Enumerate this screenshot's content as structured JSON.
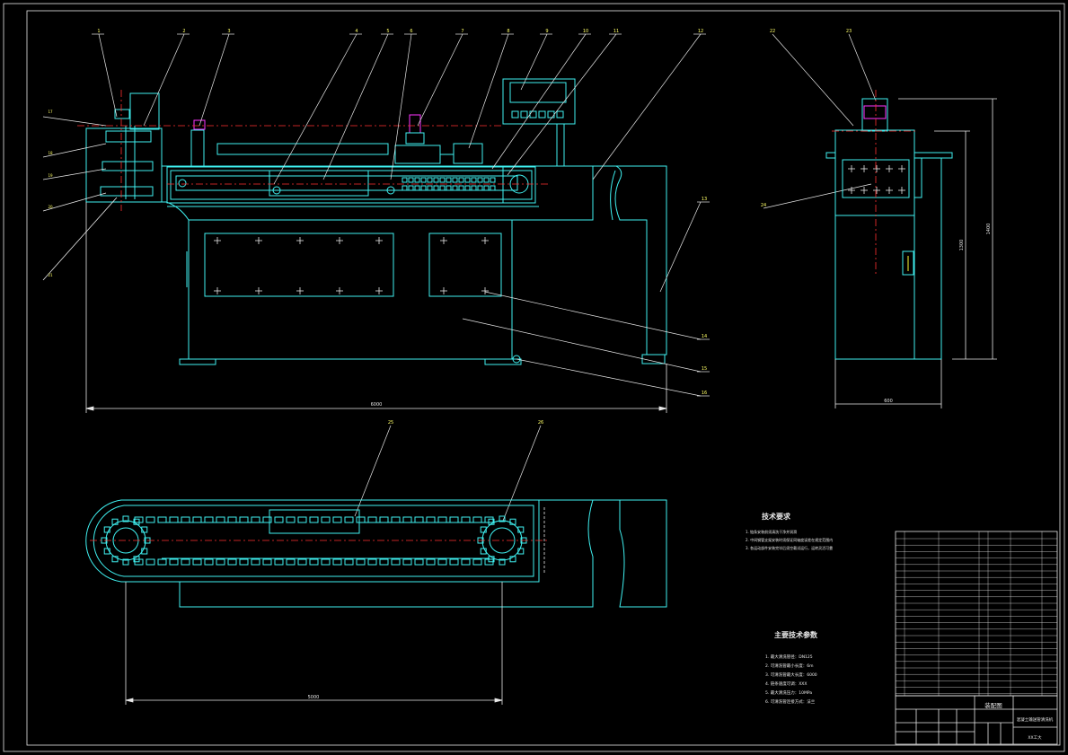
{
  "drawing": {
    "title_block": {
      "drawing_type": "装配图",
      "drawing_name": "混凝土输送管清洗机",
      "company": "XX工大"
    },
    "tech_requirements": {
      "heading": "技术要求",
      "items": [
        "1. 链条安装前须清洗干净并润滑",
        "2. 中间钢管支架安装时须保证同轴度误差在规定范围内",
        "3. 各运动部件安装完毕后须空载试运行，运转灵活可靠"
      ]
    },
    "main_params": {
      "heading": "主要技术参数",
      "items": [
        "1. 最大清洗管径：DN125",
        "2. 可清洗管最小长度：6m",
        "3. 可清洗管最大长度：6000",
        "4. 链条速度可调：XXX",
        "5. 最大清洗压力：10MPa",
        "6. 可清洗管连接方式：法兰"
      ]
    },
    "dimensions": {
      "overall_length": "6000",
      "chain_center": "5000",
      "side_width": "600",
      "side_height": "1400",
      "side_height_inner": "1300"
    },
    "callouts_front": [
      "1",
      "2",
      "3",
      "4",
      "5",
      "6",
      "7",
      "8",
      "9",
      "10",
      "11",
      "12",
      "13",
      "14",
      "15",
      "16",
      "17",
      "18",
      "19",
      "20",
      "21"
    ],
    "callouts_side": [
      "22",
      "23",
      "24"
    ],
    "callouts_bottom": [
      "25",
      "26"
    ],
    "colors": {
      "outline": "#3ff0f0",
      "dimension": "#e8e8e8",
      "centerline": "#ff3030",
      "leader_text": "#ffff66"
    }
  }
}
